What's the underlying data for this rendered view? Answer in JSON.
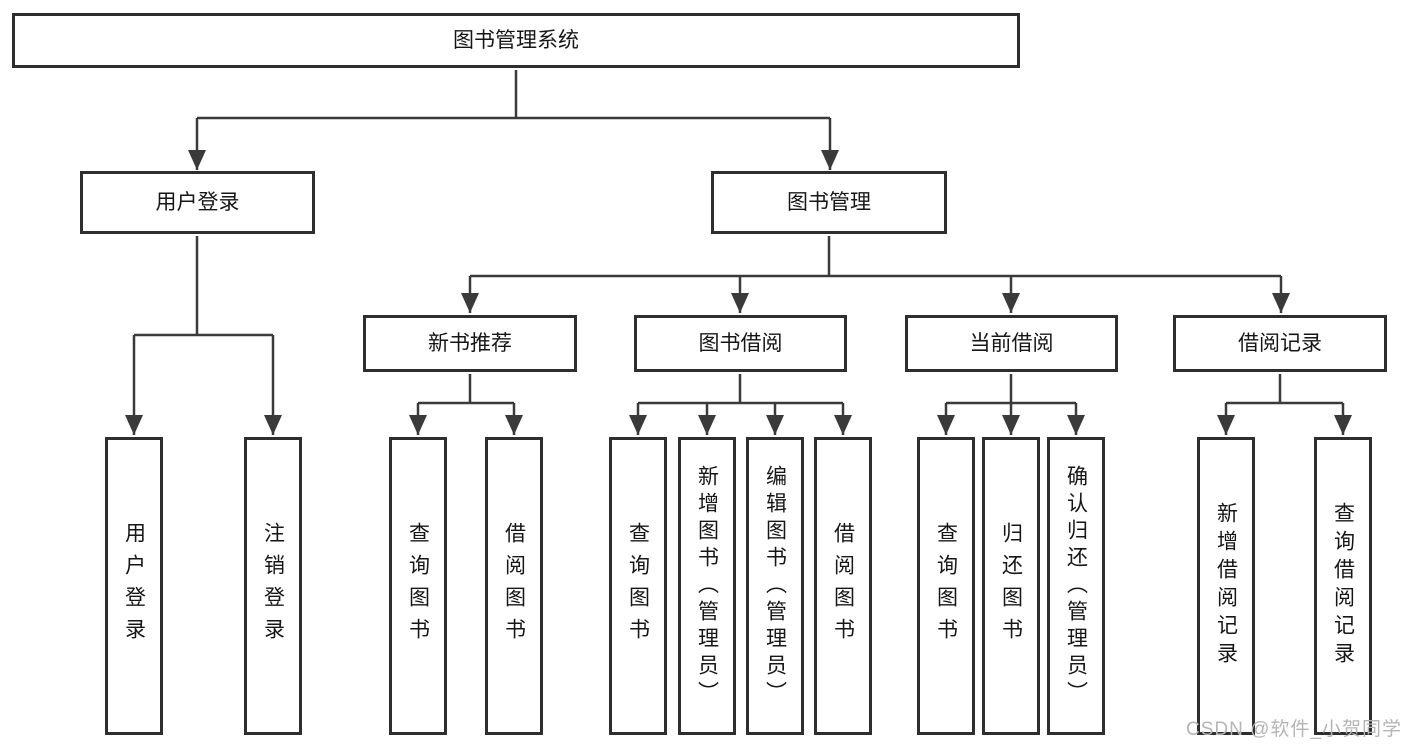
{
  "diagram": {
    "title": "图书管理系统",
    "nodes": {
      "root": {
        "label": "图书管理系统"
      },
      "user_login": {
        "label": "用户登录"
      },
      "book_mgmt": {
        "label": "图书管理"
      },
      "new_book_rec": {
        "label": "新书推荐"
      },
      "book_borrow": {
        "label": "图书借阅"
      },
      "current_borrow": {
        "label": "当前借阅"
      },
      "borrow_record": {
        "label": "借阅记录"
      },
      "leaf_user_login": {
        "label": "用户登录"
      },
      "leaf_logout": {
        "label": "注销登录"
      },
      "leaf_query_book_1": {
        "label": "查询图书"
      },
      "leaf_borrow_book_1": {
        "label": "借阅图书"
      },
      "leaf_query_book_2": {
        "label": "查询图书"
      },
      "leaf_add_book": {
        "label": "新增图书（管理员）"
      },
      "leaf_edit_book": {
        "label": "编辑图书（管理员）"
      },
      "leaf_borrow_book_2": {
        "label": "借阅图书"
      },
      "leaf_query_book_3": {
        "label": "查询图书"
      },
      "leaf_return_book": {
        "label": "归还图书"
      },
      "leaf_confirm_return": {
        "label": "确认归还（管理员）"
      },
      "leaf_add_record": {
        "label": "新增借阅记录"
      },
      "leaf_query_record": {
        "label": "查询借阅记录"
      }
    },
    "edges": [
      [
        "root",
        "user_login"
      ],
      [
        "root",
        "book_mgmt"
      ],
      [
        "user_login",
        "leaf_user_login"
      ],
      [
        "user_login",
        "leaf_logout"
      ],
      [
        "book_mgmt",
        "new_book_rec"
      ],
      [
        "book_mgmt",
        "book_borrow"
      ],
      [
        "book_mgmt",
        "current_borrow"
      ],
      [
        "book_mgmt",
        "borrow_record"
      ],
      [
        "new_book_rec",
        "leaf_query_book_1"
      ],
      [
        "new_book_rec",
        "leaf_borrow_book_1"
      ],
      [
        "book_borrow",
        "leaf_query_book_2"
      ],
      [
        "book_borrow",
        "leaf_add_book"
      ],
      [
        "book_borrow",
        "leaf_edit_book"
      ],
      [
        "book_borrow",
        "leaf_borrow_book_2"
      ],
      [
        "current_borrow",
        "leaf_query_book_3"
      ],
      [
        "current_borrow",
        "leaf_return_book"
      ],
      [
        "current_borrow",
        "leaf_confirm_return"
      ],
      [
        "borrow_record",
        "leaf_add_record"
      ],
      [
        "borrow_record",
        "leaf_query_record"
      ]
    ]
  },
  "watermark": {
    "text": "CSDN @软件_小贺同学"
  },
  "colors": {
    "background": "#ffffff",
    "box_border": "#2e2e2e",
    "line": "#3a3a3a",
    "text": "#161616",
    "watermark": "#b5b5b5"
  }
}
